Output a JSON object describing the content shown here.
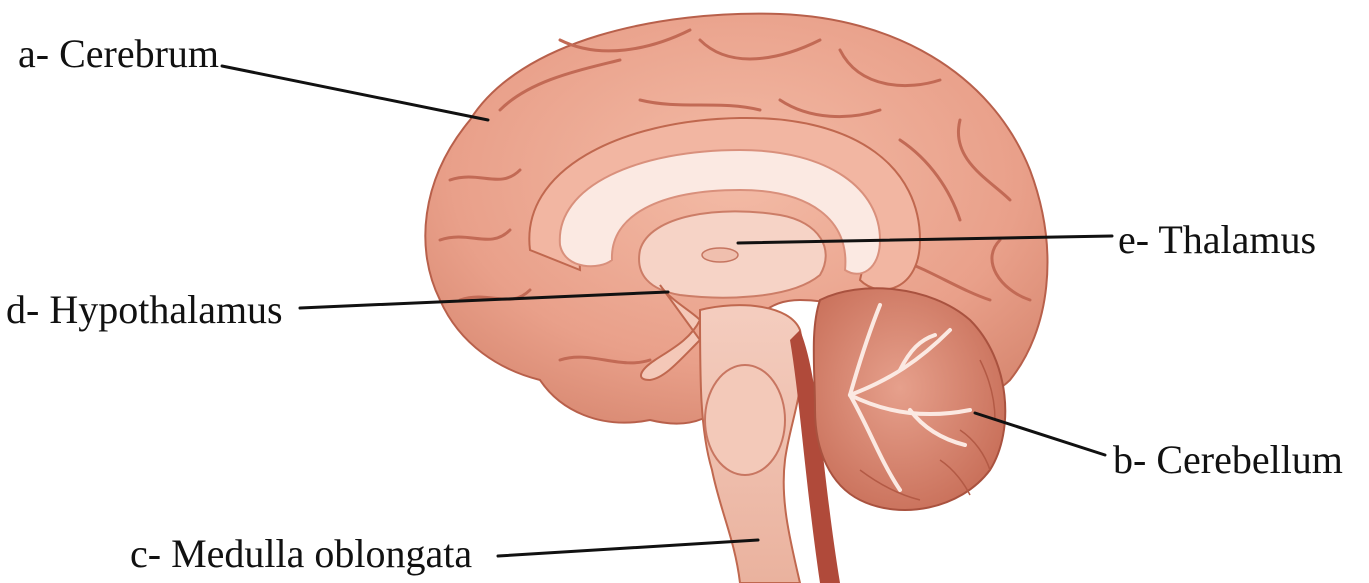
{
  "labels": {
    "a": "a- Cerebrum",
    "b": "b- Cerebellum",
    "c": "c- Medulla oblongata",
    "d": "d- Hypothalamus",
    "e": "e- Thalamus"
  },
  "colors": {
    "cortex": "#e9a08a",
    "cortex_dark": "#c9705a",
    "cortex_light": "#f6cbbb",
    "white_matter": "#fbe9e2",
    "cerebellum": "#d98873",
    "brainstem": "#f1c2b1",
    "leader_line": "#111111"
  }
}
